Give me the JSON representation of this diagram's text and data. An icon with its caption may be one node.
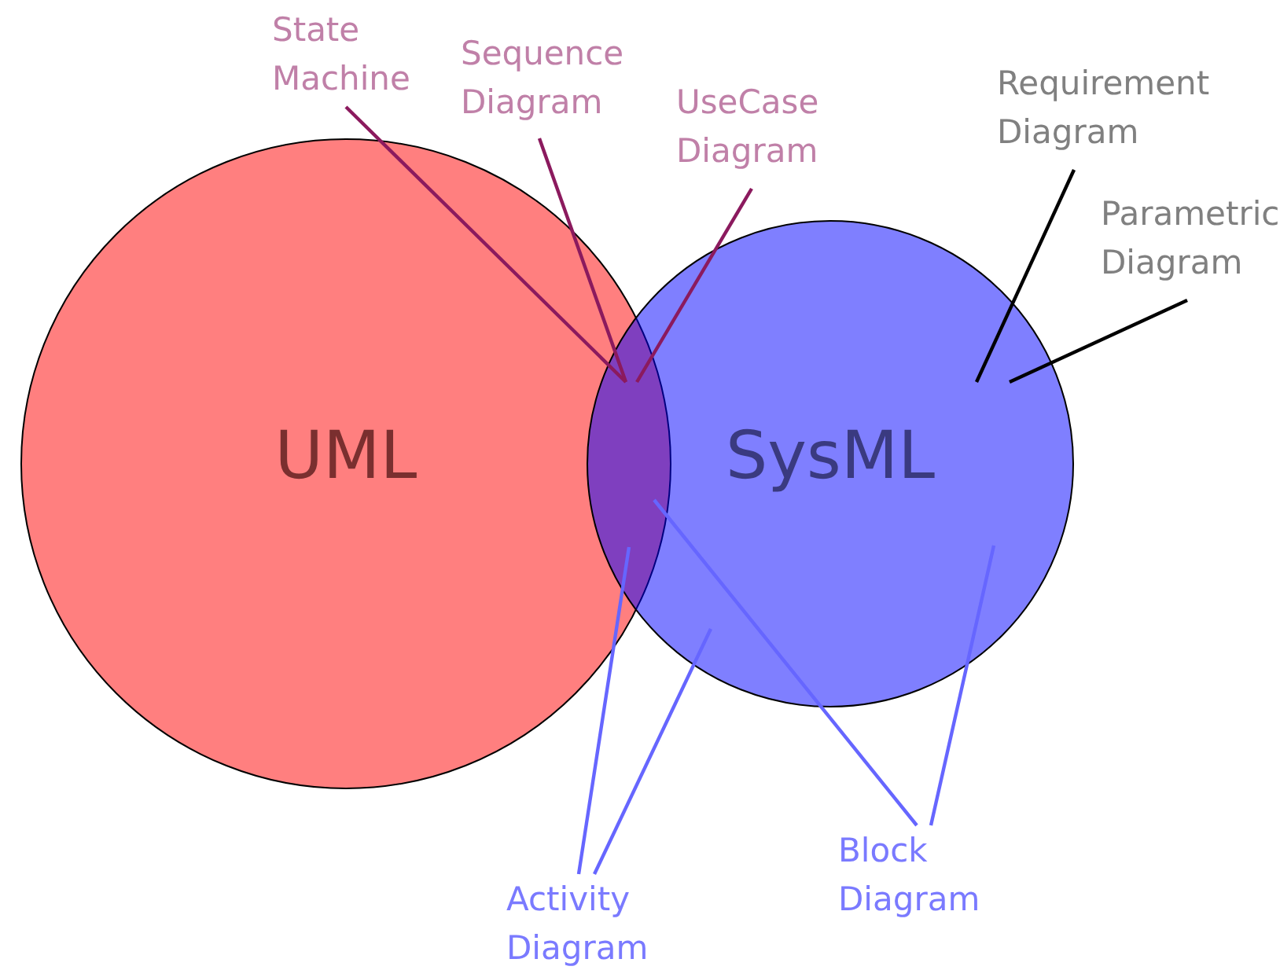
{
  "diagram": {
    "nodes": [
      {
        "text": [
          "UML"
        ]
      },
      {
        "text": [
          "SysML"
        ]
      },
      {
        "text": [
          "State Machine"
        ]
      },
      {
        "text": [
          "Sequence Diagram"
        ]
      },
      {
        "text": [
          "UseCase Diagram"
        ]
      },
      {
        "text": [
          "Requirement Diagram"
        ]
      },
      {
        "text": [
          "Parametric Diagram"
        ]
      },
      {
        "text": [
          "Activity Diagram"
        ]
      },
      {
        "text": [
          "Block Diagram"
        ]
      }
    ],
    "edges": [
      {
        "from": 2,
        "to": 1,
        "arrow": "none",
        "color": "#8b1a5e"
      },
      {
        "from": 3,
        "to": 1,
        "arrow": "none",
        "color": "#8b1a5e"
      },
      {
        "from": 4,
        "to": 1,
        "arrow": "none",
        "color": "#8b1a5e"
      },
      {
        "from": 5,
        "to": 1,
        "arrow": "none",
        "color": "#000000"
      },
      {
        "from": 6,
        "to": 1,
        "arrow": "none",
        "color": "#000000"
      },
      {
        "from": 7,
        "to": 1,
        "arrow": "none",
        "color": "#6666ff"
      },
      {
        "from": 7,
        "to": 1,
        "arrow": "none",
        "color": "#6666ff"
      },
      {
        "from": 8,
        "to": 1,
        "arrow": "none",
        "color": "#6666ff"
      },
      {
        "from": 8,
        "to": 1,
        "arrow": "none",
        "color": "#6666ff"
      }
    ]
  }
}
